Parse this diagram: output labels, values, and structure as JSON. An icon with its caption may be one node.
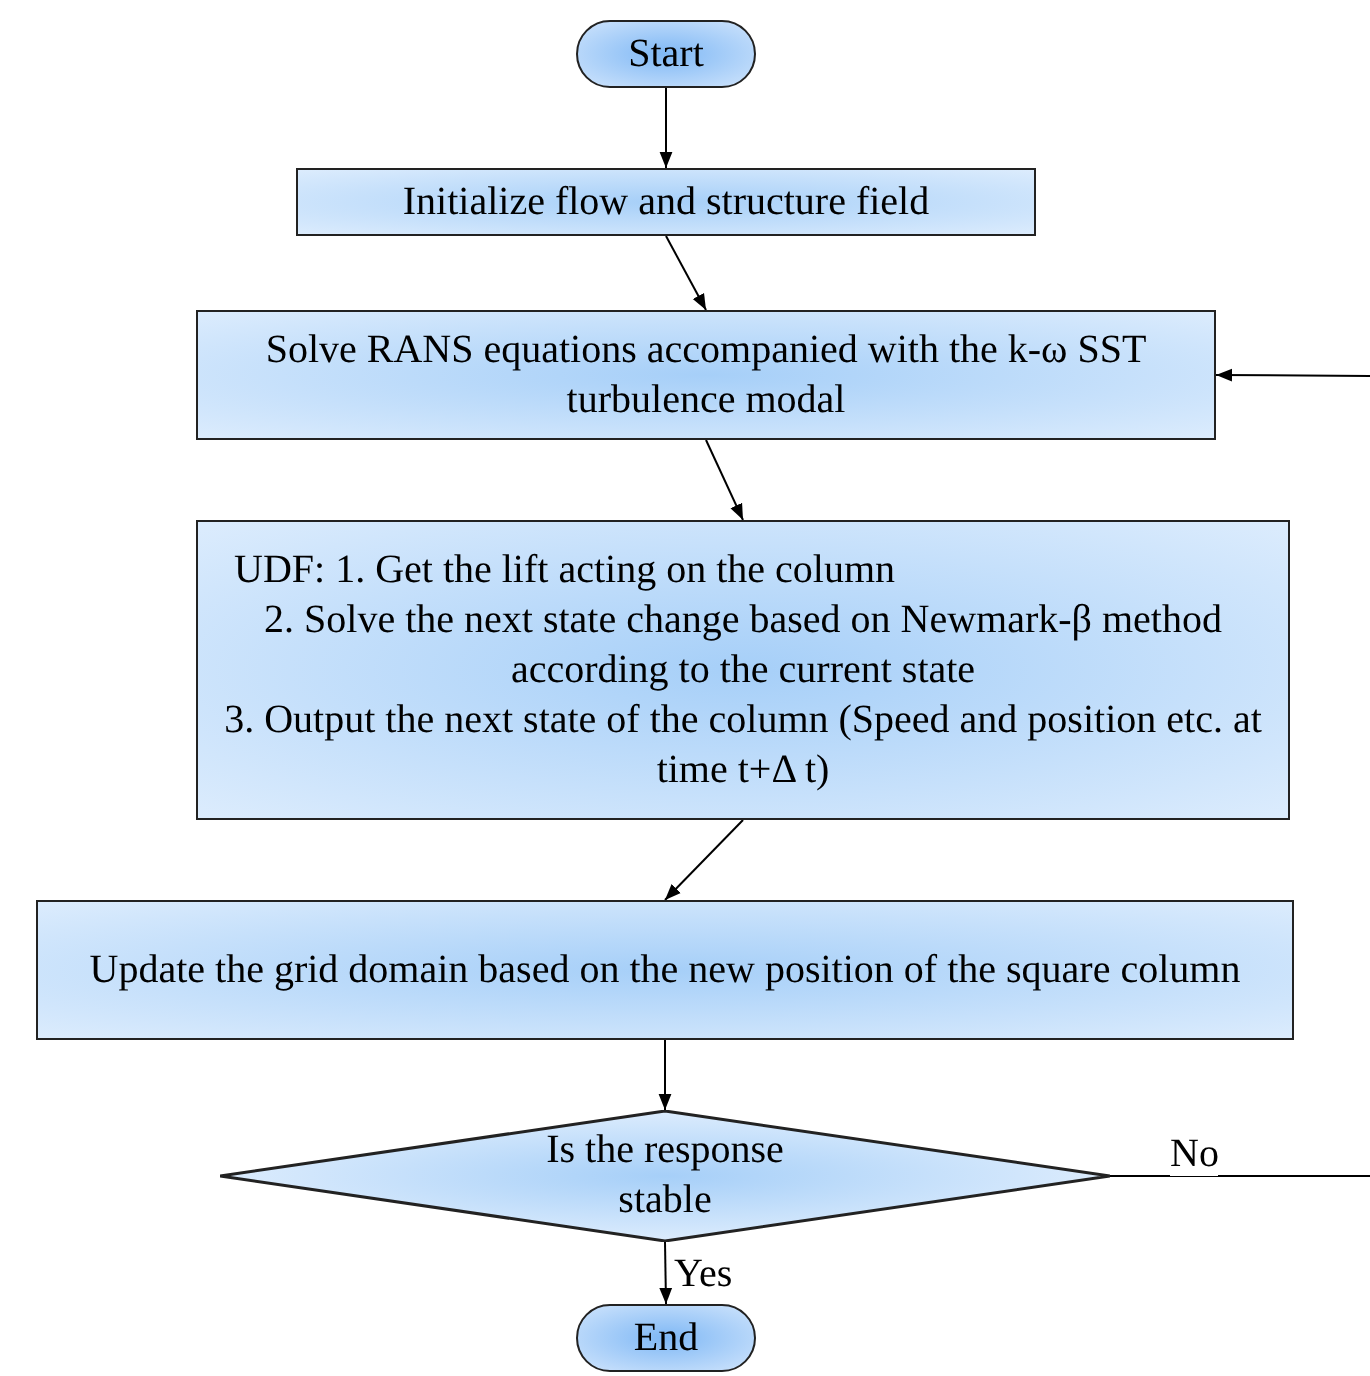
{
  "diagram": {
    "nodes": [
      {
        "text": [
          "Start"
        ]
      },
      {
        "text": [
          "Initialize flow and structure field"
        ]
      },
      {
        "text": [
          "Solve RANS equations accompanied with the k-ω SST turbulence modal"
        ]
      },
      {
        "text": [
          "UDF: 1. Get the lift acting on the column",
          "2. Solve the next state change based on Newmark-β method according to the current state",
          "3. Output the next state of the column (Speed and position etc. at time t+Δ t)"
        ]
      },
      {
        "text": [
          "Update the grid domain based on the new position of the square column"
        ]
      },
      {
        "text": [
          "Is the response stable"
        ]
      },
      {
        "text": [
          "End"
        ]
      }
    ],
    "edges": [
      {
        "from": 0,
        "to": 1,
        "arrow": "to"
      },
      {
        "from": 1,
        "to": 2,
        "arrow": "to"
      },
      {
        "from": 2,
        "to": 3,
        "arrow": "to"
      },
      {
        "from": 3,
        "to": 4,
        "arrow": "to"
      },
      {
        "from": 4,
        "to": 5,
        "arrow": "to"
      },
      {
        "from": 5,
        "to": 6,
        "label": "Yes",
        "arrow": "to"
      },
      {
        "from": 5,
        "to": null,
        "label": "No",
        "arrow": "none"
      },
      {
        "from": null,
        "to": 2,
        "arrow": "to"
      }
    ]
  }
}
